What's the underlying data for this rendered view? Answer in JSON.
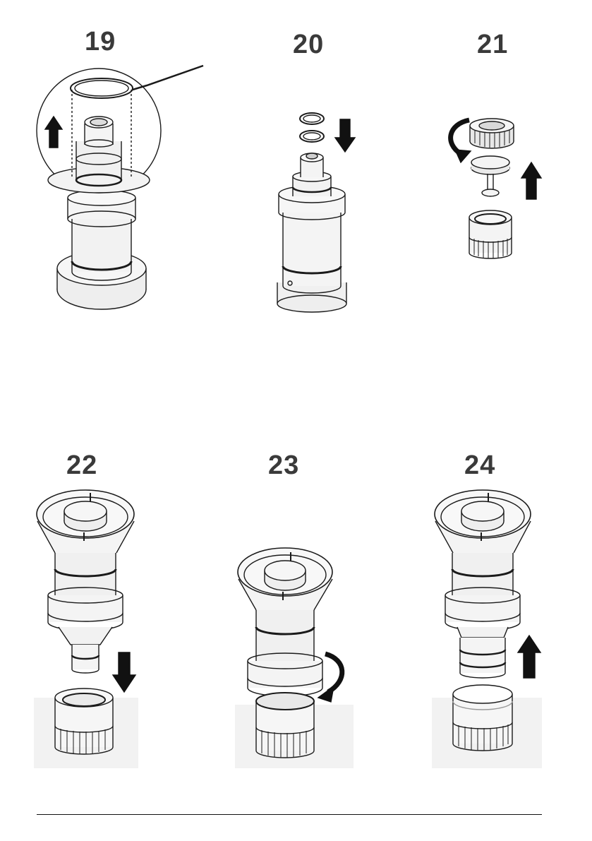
{
  "steps": [
    {
      "number": "19",
      "action": "remove",
      "direction": "up"
    },
    {
      "number": "20",
      "action": "install",
      "direction": "down"
    },
    {
      "number": "21",
      "action": "disassemble",
      "direction": "up"
    },
    {
      "number": "22",
      "action": "lower",
      "direction": "down"
    },
    {
      "number": "23",
      "action": "rotate",
      "direction": "clockwise"
    },
    {
      "number": "24",
      "action": "lift",
      "direction": "up"
    }
  ],
  "colors": {
    "line": "#1a1a1a",
    "fill": "#f4f4f4",
    "shade": "#e6e6e6",
    "panel_bg": "#f2f2f2",
    "number": "#3a3a3a"
  }
}
